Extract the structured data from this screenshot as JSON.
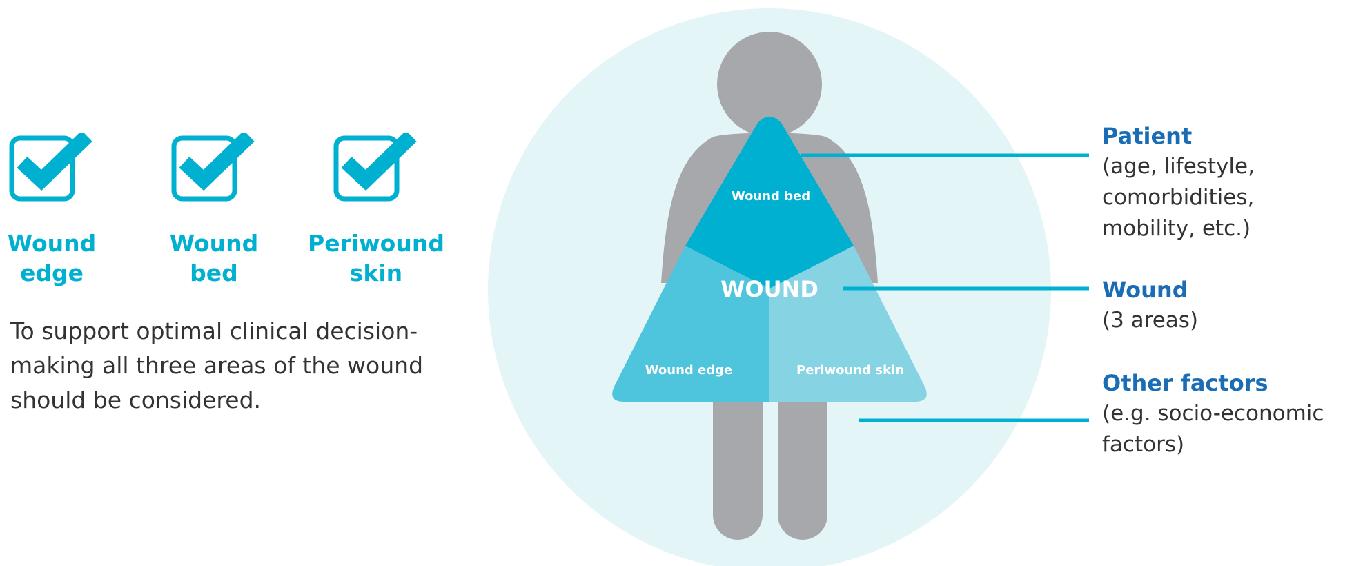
{
  "colors": {
    "accent": "#00B0D0",
    "title_blue": "#1A6DB5",
    "text": "#333333",
    "circle_bg": "#E4F5F8",
    "figure_gray": "#A7A8AB",
    "wound_bed": "#00B0D0",
    "wound_edge": "#4EC4DD",
    "periwound": "#86D3E4",
    "connector": "#00B0D0"
  },
  "checklist": [
    {
      "icon": "checkbox-checked-icon",
      "label": "Wound\nedge"
    },
    {
      "icon": "checkbox-checked-icon",
      "label": "Wound\nbed"
    },
    {
      "icon": "checkbox-checked-icon",
      "label": "Periwound\nskin"
    }
  ],
  "intro_text": "To support optimal clinical decision-making all three areas of the wound should be considered.",
  "diagram": {
    "center_label": "WOUND",
    "segments": {
      "wound_bed": "Wound bed",
      "wound_edge": "Wound edge",
      "periwound_skin": "Periwound skin"
    }
  },
  "side_labels": [
    {
      "title": "Patient",
      "desc": "(age, lifestyle,\ncomorbidities,\nmobility, etc.)"
    },
    {
      "title": "Wound",
      "desc": "(3 areas)"
    },
    {
      "title": "Other factors",
      "desc": "(e.g. socio-economic\nfactors)"
    }
  ]
}
